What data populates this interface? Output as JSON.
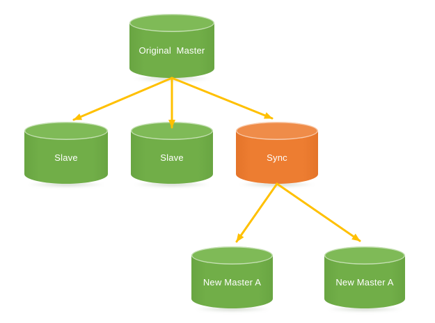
{
  "colors": {
    "arrow": "#ffc000",
    "node_green": "#71ae48",
    "node_green_top": "#7fba57",
    "node_orange": "#ed7d31",
    "node_orange_top": "#ef8c49",
    "label_text": "#ffffff"
  },
  "diagram": {
    "type": "database-replication-topology",
    "nodes": {
      "original_master": {
        "label": "Original  Master",
        "shape": "database-cylinder",
        "color": "green"
      },
      "slave_1": {
        "label": "Slave",
        "shape": "database-cylinder",
        "color": "green"
      },
      "slave_2": {
        "label": "Slave",
        "shape": "database-cylinder",
        "color": "green"
      },
      "sync": {
        "label": "Sync",
        "shape": "database-cylinder",
        "color": "orange"
      },
      "new_master_a_1": {
        "label": "New Master A",
        "shape": "database-cylinder",
        "color": "green"
      },
      "new_master_a_2": {
        "label": "New Master A",
        "shape": "database-cylinder",
        "color": "green"
      }
    },
    "edges": [
      {
        "from": "original_master",
        "to": "slave_1",
        "style": "orange-arrow"
      },
      {
        "from": "original_master",
        "to": "slave_2",
        "style": "orange-arrow"
      },
      {
        "from": "original_master",
        "to": "sync",
        "style": "orange-arrow"
      },
      {
        "from": "sync",
        "to": "new_master_a_1",
        "style": "orange-arrow"
      },
      {
        "from": "sync",
        "to": "new_master_a_2",
        "style": "orange-arrow"
      }
    ]
  }
}
